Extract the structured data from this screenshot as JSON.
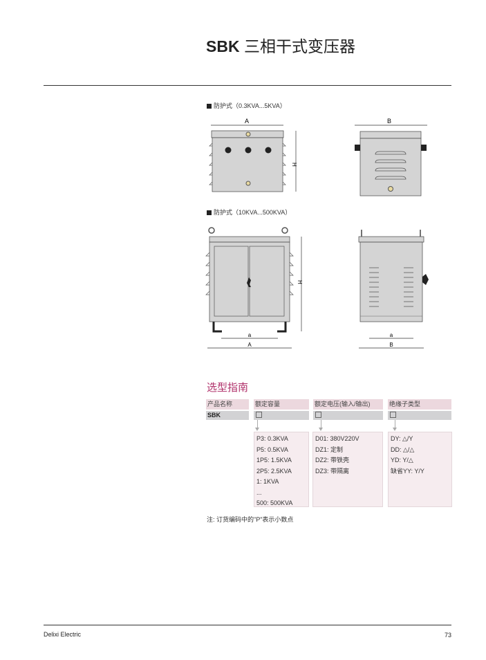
{
  "title": {
    "model": "SBK",
    "name": "三相干式变压器"
  },
  "sections": [
    {
      "label": "防护式（0.3KVA...5KVA）"
    },
    {
      "label": "防护式（10KVA...500KVA）"
    }
  ],
  "dimensions": {
    "A": "A",
    "B": "B",
    "H": "H",
    "a": "a"
  },
  "guide": {
    "title": "选型指南",
    "headers": [
      "产品名称",
      "额定容量",
      "额定电压(输入/输出)",
      "绝缘子类型"
    ],
    "product": "SBK",
    "capacity": [
      "P3: 0.3KVA",
      "P5: 0.5KVA",
      "1P5: 1.5KVA",
      "2P5: 2.5KVA",
      "1: 1KVA",
      "...",
      "500: 500KVA"
    ],
    "voltage": [
      "D01: 380V220V",
      "DZ1: 定制",
      "DZ2: 带铁壳",
      "DZ3: 带隔离"
    ],
    "insulator": [
      "DY: △/Y",
      "DD: △/△",
      "YD: Y/△",
      "缺省YY: Y/Y"
    ],
    "note": "注: 订货编码中的\"P\"表示小数点"
  },
  "footer": {
    "brand": "Delixi Electric",
    "page": "73"
  }
}
